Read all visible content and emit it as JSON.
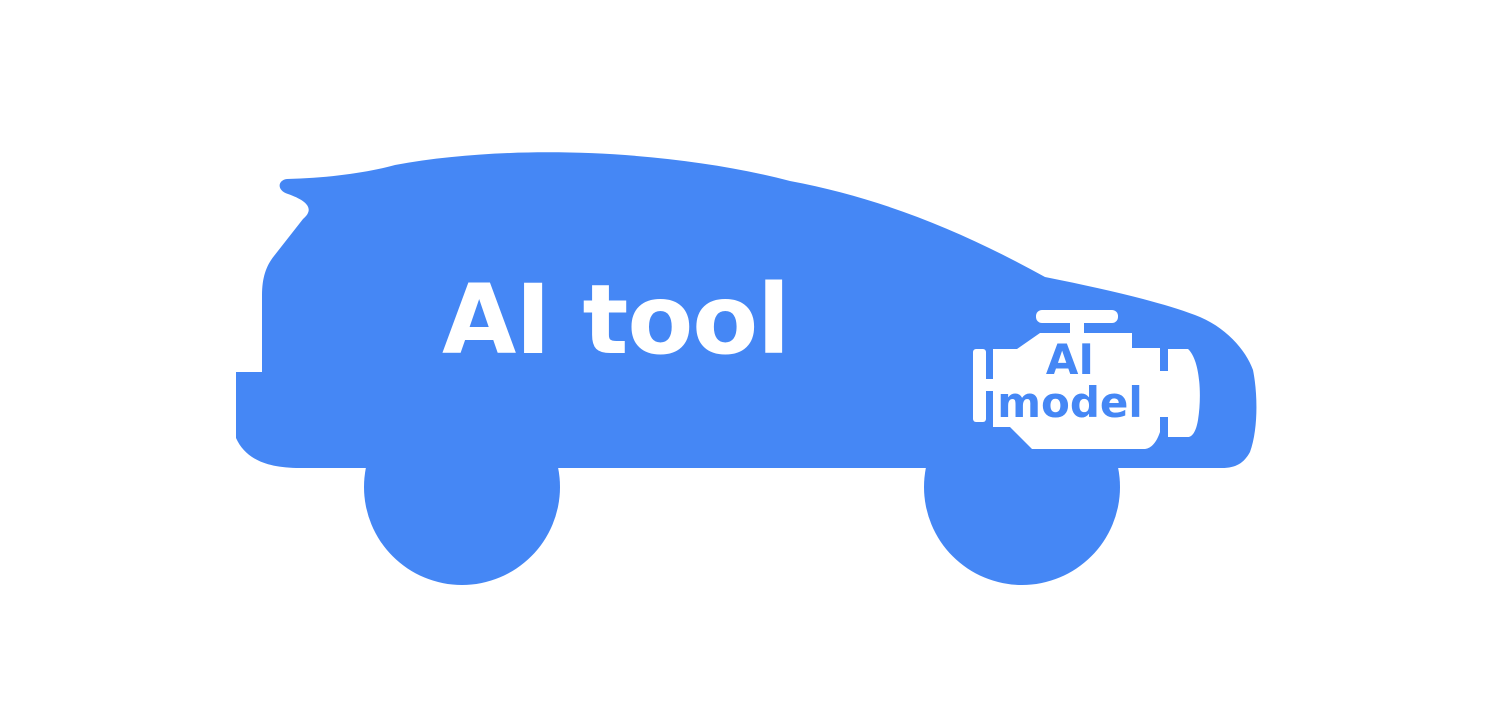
{
  "colors": {
    "car_body": "#4587f5",
    "engine": "#ffffff",
    "label_on_car": "#ffffff",
    "label_on_engine": "#4587f5",
    "background": "#ffffff"
  },
  "icons": {
    "car": "car-silhouette-icon",
    "engine": "engine-block-icon"
  },
  "car": {
    "label": "AI tool"
  },
  "engine": {
    "label_line1": "AI",
    "label_line2": "model"
  }
}
